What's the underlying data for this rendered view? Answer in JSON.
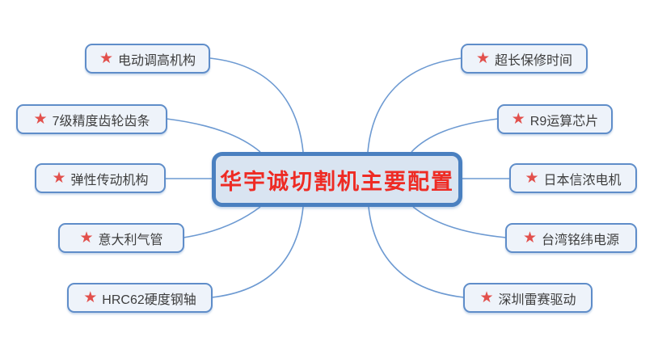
{
  "center": {
    "label": "华宇诚切割机主要配置"
  },
  "branches": {
    "left": [
      {
        "label": "电动调高机构"
      },
      {
        "label": "7级精度齿轮齿条"
      },
      {
        "label": "弹性传动机构"
      },
      {
        "label": "意大利气管"
      },
      {
        "label": "HRC62硬度钢轴"
      }
    ],
    "right": [
      {
        "label": "超长保修时间"
      },
      {
        "label": "R9运算芯片"
      },
      {
        "label": "日本信浓电机"
      },
      {
        "label": "台湾铭纬电源"
      },
      {
        "label": "深圳雷赛驱动"
      }
    ]
  },
  "icons": {
    "star": "★"
  },
  "colors": {
    "connector": "#6d9ad2",
    "branch_border": "#5f8dc9",
    "branch_fill": "#eef3fa",
    "branch_text": "#3d3d3d",
    "star": "#e2504c",
    "center_border": "#4a80c0",
    "center_fill": "#d9e4f1",
    "center_text": "#ee2b24",
    "background": "#ffffff"
  }
}
